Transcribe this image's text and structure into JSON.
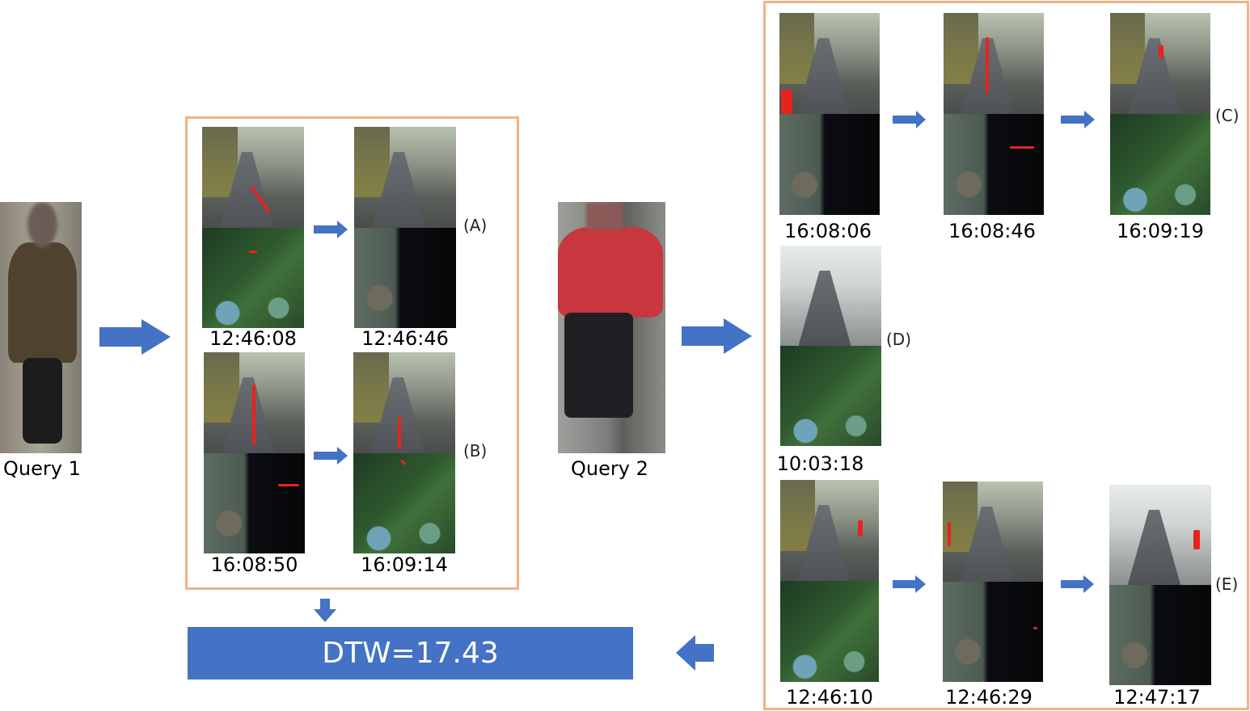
{
  "queries": {
    "query1": "Query 1",
    "query2": "Query 2"
  },
  "groups": {
    "A": {
      "tag": "(A)",
      "times": [
        "12:46:08",
        "12:46:46"
      ]
    },
    "B": {
      "tag": "(B)",
      "times": [
        "16:08:50",
        "16:09:14"
      ]
    },
    "C": {
      "tag": "(C)",
      "times": [
        "16:08:06",
        "16:08:46",
        "16:09:19"
      ]
    },
    "D": {
      "tag": "(D)",
      "times": [
        "10:03:18"
      ]
    },
    "E": {
      "tag": "(E)",
      "times": [
        "12:46:10",
        "12:46:29",
        "12:47:17"
      ]
    }
  },
  "result": {
    "text": "DTW=17.43"
  },
  "colors": {
    "arrow": "#4472c4",
    "frame": "#f4b183",
    "result_box": "#4472c4",
    "track": "#e8231d"
  }
}
